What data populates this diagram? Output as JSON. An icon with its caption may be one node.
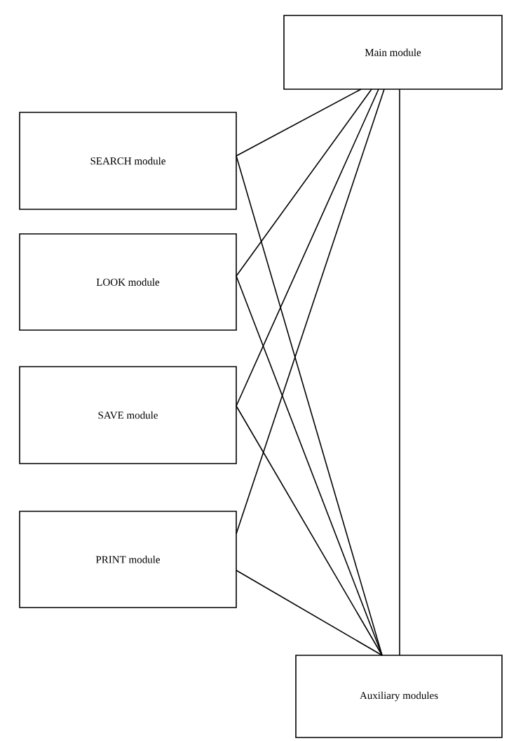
{
  "diagram": {
    "nodes": [
      {
        "text": [
          "Main module"
        ]
      },
      {
        "text": [
          "SEARCH module"
        ]
      },
      {
        "text": [
          "LOOK module"
        ]
      },
      {
        "text": [
          "SAVE module"
        ]
      },
      {
        "text": [
          "PRINT module"
        ]
      },
      {
        "text": [
          "Auxiliary modules"
        ]
      }
    ],
    "edges": [
      {
        "from": 1,
        "to": 0,
        "arrow": "none"
      },
      {
        "from": 2,
        "to": 0,
        "arrow": "none"
      },
      {
        "from": 3,
        "to": 0,
        "arrow": "none"
      },
      {
        "from": 4,
        "to": 0,
        "arrow": "none"
      },
      {
        "from": 1,
        "to": 5,
        "arrow": "none"
      },
      {
        "from": 2,
        "to": 5,
        "arrow": "none"
      },
      {
        "from": 3,
        "to": 5,
        "arrow": "none"
      },
      {
        "from": 4,
        "to": 5,
        "arrow": "none"
      },
      {
        "from": 0,
        "to": 5,
        "arrow": "none"
      }
    ]
  }
}
